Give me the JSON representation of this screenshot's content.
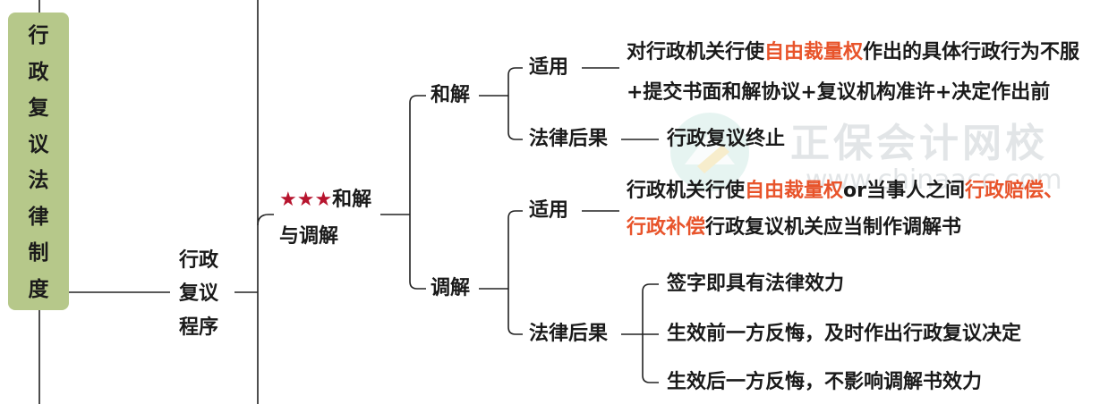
{
  "root": {
    "chars": [
      "行",
      "政",
      "复",
      "议",
      "法",
      "律",
      "制",
      "度"
    ]
  },
  "level1": {
    "line1": "行政",
    "line2": "复议",
    "line3": "程序"
  },
  "level2": {
    "stars": "★★★",
    "line1": "和解",
    "line2": "与调解"
  },
  "hejie": {
    "label": "和解",
    "apply_label": "适用",
    "apply_line1": {
      "a": "对行政机关行使",
      "b": "自由裁量权",
      "c": "作出的具体行政行为不服"
    },
    "apply_line2": "+提交书面和解协议+复议机构准许+决定作出前",
    "result_label": "法律后果",
    "result_text": "行政复议终止"
  },
  "tiaojie": {
    "label": "调解",
    "apply_label": "适用",
    "apply_line1": {
      "a": "行政机关行使",
      "b": "自由裁量权",
      "c": "or当事人之间",
      "d": "行政赔偿、"
    },
    "apply_line2": {
      "a": "行政补偿",
      "b": "行政复议机关应当制作调解书"
    },
    "result_label": "法律后果",
    "results": [
      "签字即具有法律效力",
      "生效前一方反悔，及时作出行政复议决定",
      "生效后一方反悔，不影响调解书效力"
    ]
  },
  "watermark": {
    "cn": "正保会计网校",
    "en": "www.chinaacc.com"
  },
  "colors": {
    "root_bg": "#b6c88a",
    "highlight": "#e8542b",
    "stars": "#b7142e",
    "line": "#222222"
  }
}
